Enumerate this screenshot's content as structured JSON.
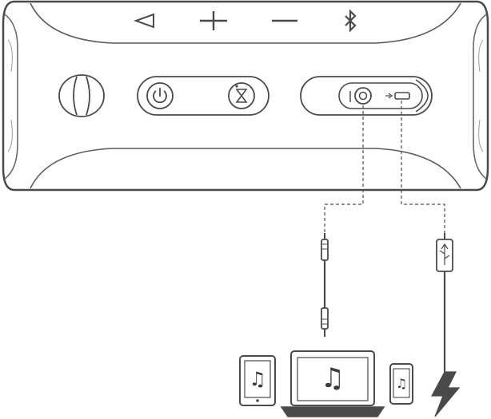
{
  "figure": {
    "type": "speaker connection illustration",
    "stroke_color": "#4a4a4a",
    "fill_color": "#ffffff"
  },
  "speaker": {
    "top_buttons": [
      {
        "icon": "play-triangle-icon"
      },
      {
        "icon": "volume-up-plus-icon"
      },
      {
        "icon": "volume-down-minus-icon"
      },
      {
        "icon": "bluetooth-icon"
      }
    ],
    "front_panel": {
      "left_grip": {
        "icon": "speaker-grip-icon"
      },
      "button_group": [
        {
          "icon": "power-icon"
        },
        {
          "icon": "hourglass-connect-icon"
        }
      ],
      "port_panel": [
        {
          "icon": "aux-in-jack-icon"
        },
        {
          "icon": "micro-usb-port-icon"
        }
      ]
    }
  },
  "connections": [
    {
      "kind": "aux-cable",
      "cable_icon": "3-5mm-aux-cable-icon"
    },
    {
      "kind": "usb-charging-cable",
      "cable_icon": "usb-cable-icon"
    }
  ],
  "sources": [
    {
      "icon": "tablet-music-icon",
      "glyph": "♫"
    },
    {
      "icon": "laptop-music-icon",
      "glyph": "♫"
    },
    {
      "icon": "phone-music-icon",
      "glyph": "♫"
    },
    {
      "icon": "power-lightning-icon"
    }
  ]
}
